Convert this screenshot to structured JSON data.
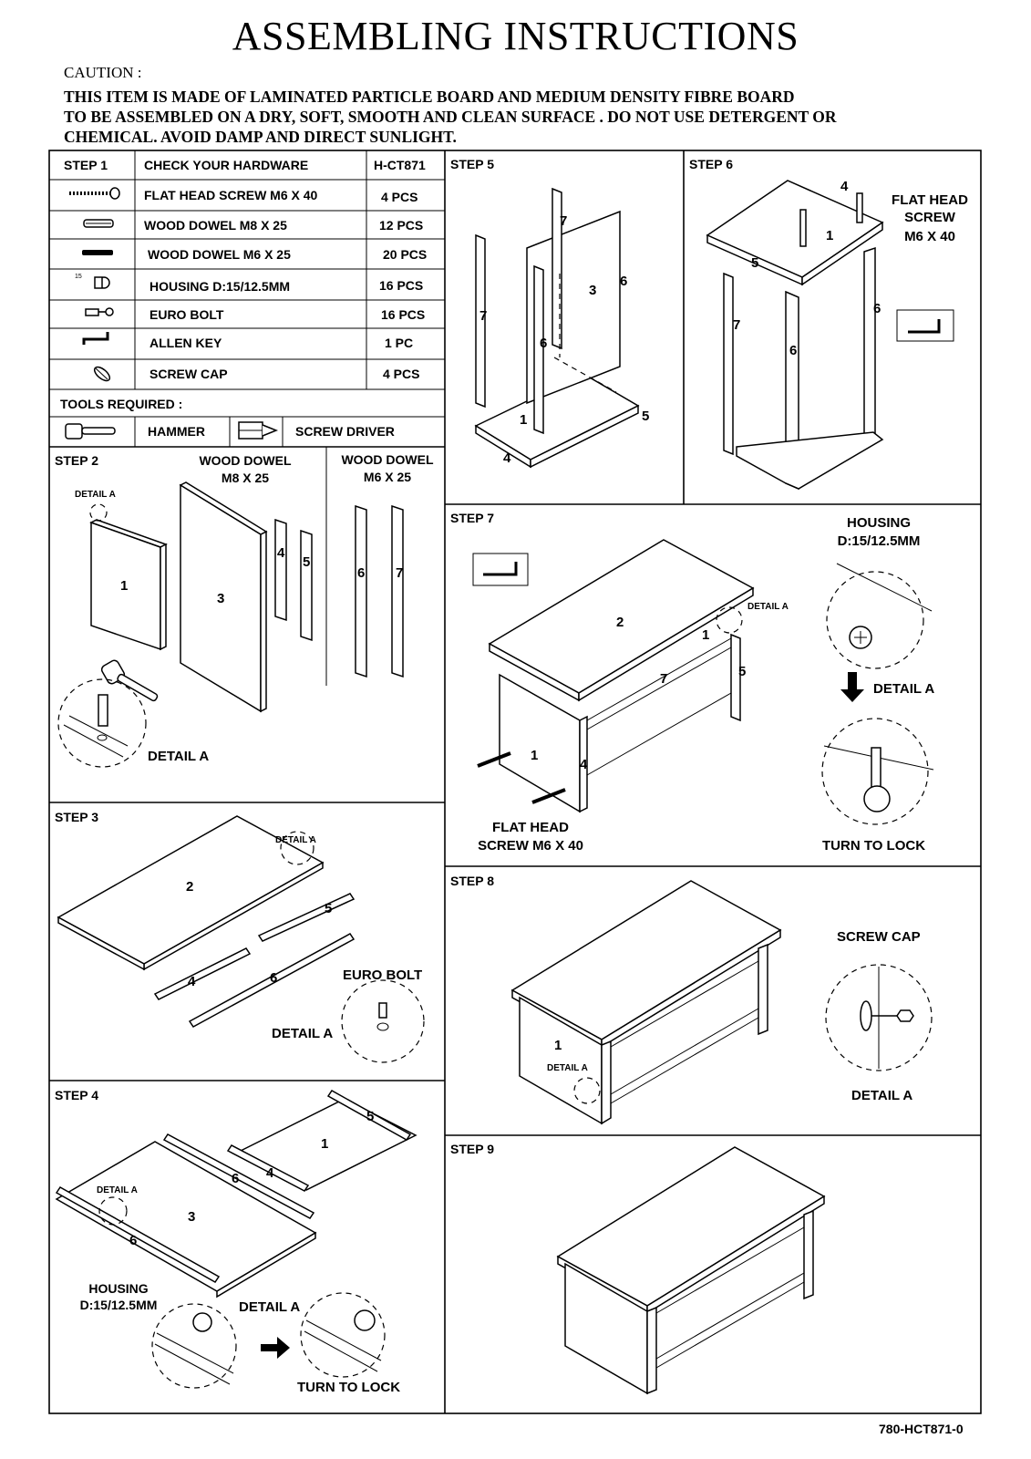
{
  "title": "ASSEMBLING INSTRUCTIONS",
  "caution": {
    "label": "CAUTION :",
    "lines": [
      "THIS ITEM IS MADE OF LAMINATED PARTICLE BOARD AND MEDIUM DENSITY FIBRE BOARD",
      "TO BE ASSEMBLED ON A DRY, SOFT, SMOOTH AND CLEAN SURFACE . DO NOT USE DETERGENT OR",
      "CHEMICAL. AVOID DAMP AND DIRECT SUNLIGHT."
    ]
  },
  "hardware": {
    "step": "STEP 1",
    "header": "CHECK YOUR HARDWARE",
    "model": "H-CT871",
    "items": [
      {
        "name": "FLAT HEAD SCREW M6 X 40",
        "qty": "4 PCS",
        "icon": "screw-icon"
      },
      {
        "name": "WOOD DOWEL M8 X 25",
        "qty": "12 PCS",
        "icon": "dowel-large-icon"
      },
      {
        "name": "WOOD DOWEL M6 X 25",
        "qty": "20 PCS",
        "icon": "dowel-small-icon"
      },
      {
        "name": "HOUSING D:15/12.5MM",
        "qty": "16 PCS",
        "icon": "housing-icon"
      },
      {
        "name": "EURO BOLT",
        "qty": "16 PCS",
        "icon": "euro-bolt-icon"
      },
      {
        "name": "ALLEN KEY",
        "qty": "1 PC",
        "icon": "allen-key-icon"
      },
      {
        "name": "SCREW CAP",
        "qty": "4 PCS",
        "icon": "screw-cap-icon"
      }
    ],
    "tools_label": "TOOLS REQUIRED :",
    "tools": [
      "HAMMER",
      "SCREW DRIVER"
    ]
  },
  "step2": {
    "label": "STEP 2",
    "dowel_left": [
      "WOOD DOWEL",
      "M8 X 25"
    ],
    "dowel_right": [
      "WOOD DOWEL",
      "M6 X 25"
    ],
    "detail_small": "DETAIL A",
    "detail": "DETAIL A"
  },
  "step3": {
    "label": "STEP 3",
    "detail_small": "DETAIL A",
    "euro_bolt": "EURO BOLT",
    "detail": "DETAIL A"
  },
  "step4": {
    "label": "STEP 4",
    "detail_small": "DETAIL A",
    "housing": [
      "HOUSING",
      "D:15/12.5MM"
    ],
    "detail": "DETAIL A",
    "turn": "TURN TO LOCK"
  },
  "step5": {
    "label": "STEP 5"
  },
  "step6": {
    "label": "STEP 6",
    "screw": [
      "FLAT HEAD",
      "SCREW",
      "M6 X 40"
    ]
  },
  "step7": {
    "label": "STEP 7",
    "detail_small": "DETAIL A",
    "housing": [
      "HOUSING",
      "D:15/12.5MM"
    ],
    "detail": "DETAIL A",
    "screw": [
      "FLAT HEAD",
      "SCREW M6 X 40"
    ],
    "turn": "TURN TO LOCK"
  },
  "step8": {
    "label": "STEP 8",
    "detail_small": "DETAIL A",
    "screw_cap": "SCREW CAP",
    "detail": "DETAIL A"
  },
  "step9": {
    "label": "STEP 9"
  },
  "part_numbers": [
    "1",
    "2",
    "3",
    "4",
    "5",
    "6",
    "7"
  ],
  "footer_code": "780-HCT871-0"
}
